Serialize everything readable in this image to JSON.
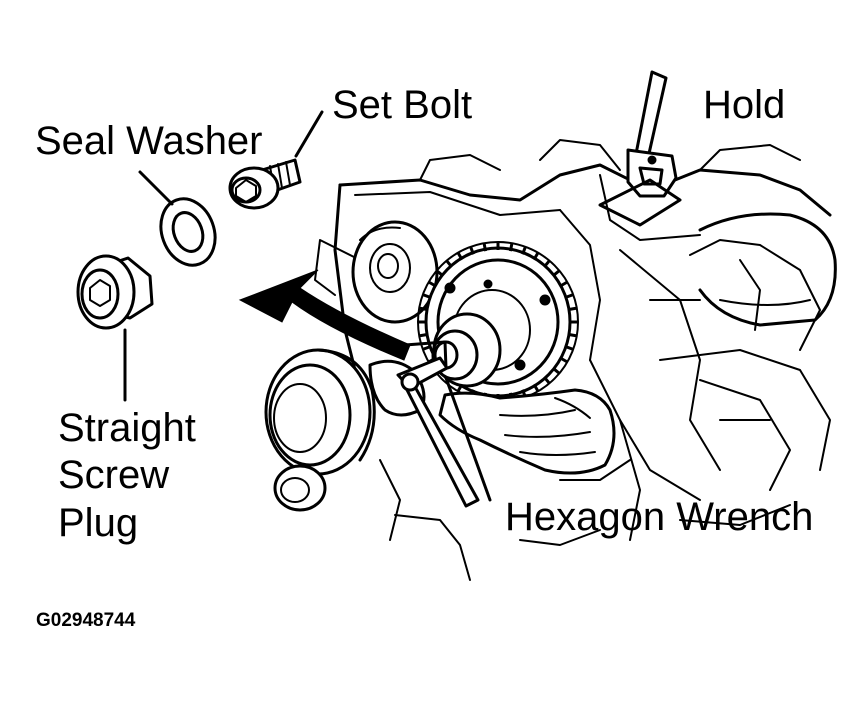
{
  "labels": {
    "set_bolt": "Set Bolt",
    "seal_washer": "Seal Washer",
    "hold": "Hold",
    "plug_line1": "Straight",
    "plug_line2": "Screw",
    "plug_line3": "Plug",
    "hexagon_wrench": "Hexagon Wrench"
  },
  "figure_id": "G02948744"
}
